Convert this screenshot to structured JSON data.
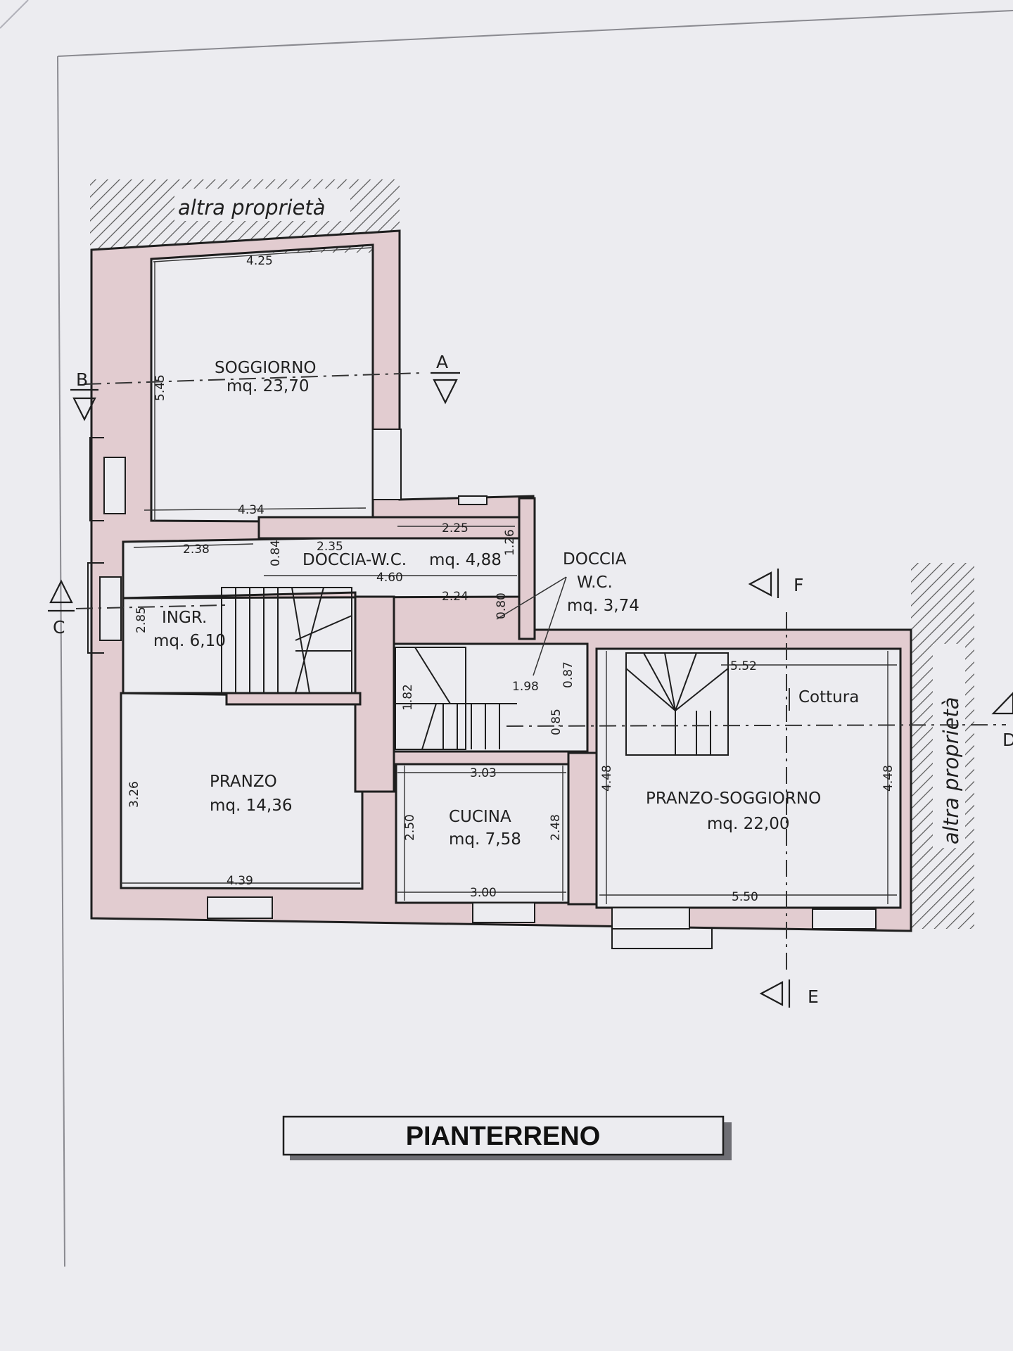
{
  "neighbours": {
    "top": "altra proprietà",
    "right": "altra proprietà"
  },
  "rooms": [
    {
      "name": "SOGGIORNO",
      "area": "mq. 23,70"
    },
    {
      "name": "DOCCIA-W.C.",
      "area": "mq. 4,88"
    },
    {
      "name": "INGR.",
      "area": "mq. 6,10"
    },
    {
      "name": "PRANZO",
      "area": "mq. 14,36"
    },
    {
      "name": "CUCINA",
      "area": "mq. 7,58"
    },
    {
      "name": "PRANZO-SOGGIORNO",
      "area": "mq. 22,00"
    },
    {
      "name_lines": [
        "DOCCIA",
        "W.C."
      ],
      "area": "mq. 3,74"
    }
  ],
  "zone_label": "Cottura",
  "dimensions": {
    "soggiorno_top": "4.25",
    "soggiorno_height": "5.45",
    "soggiorno_bottom": "4.34",
    "doccia1_top": "2.25",
    "doccia1_left": "0.84",
    "doccia1_width": "2.35",
    "doccia1_right": "1.26",
    "doccia1_bottom": "4.60",
    "ingr_width": "2.38",
    "ingr_height": "2.85",
    "doccia2_width": "2.24",
    "doccia2_height": "0.80",
    "stair_width": "1.98",
    "stair_height": "1.82",
    "passage_height": "0.87",
    "passage_depth": "0.85",
    "pranzo_height": "3.26",
    "pranzo_width": "4.39",
    "cucina_top": "3.03",
    "cucina_left": "2.50",
    "cucina_right": "2.48",
    "cucina_bottom": "3.00",
    "ps_top": "5.52",
    "ps_left": "4.48",
    "ps_right": "4.48",
    "ps_bottom": "5.50"
  },
  "sections": {
    "a": "A",
    "b": "B",
    "c": "C",
    "d": "D",
    "e": "E",
    "f": "F"
  },
  "title": "PIANTERRENO"
}
